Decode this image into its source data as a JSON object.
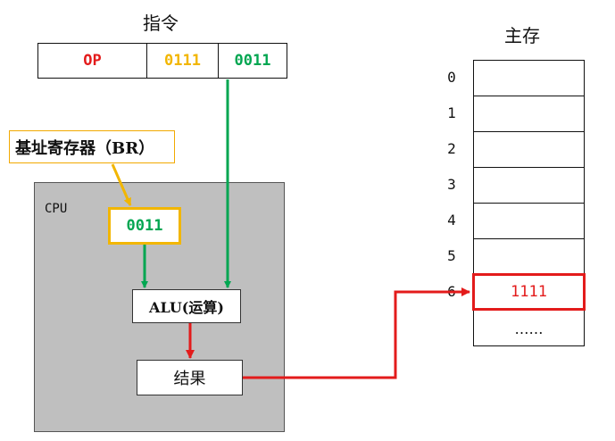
{
  "instruction": {
    "title": "指令",
    "fields": [
      {
        "text": "OP",
        "color": "#e31b1b"
      },
      {
        "text": "0111",
        "color": "#f2b600"
      },
      {
        "text": "0011",
        "color": "#00a651"
      }
    ]
  },
  "base_register": {
    "label": "基址寄存器（BR）",
    "value": "0011",
    "value_color": "#00a651",
    "border_color": "#f2b600"
  },
  "cpu": {
    "label": "CPU",
    "alu_label": "ALU(运算)",
    "result_label": "结果"
  },
  "memory": {
    "title": "主存",
    "addresses": [
      "0",
      "1",
      "2",
      "3",
      "4",
      "5",
      "6"
    ],
    "highlight_value": "1111",
    "highlight_color": "#e31b1b",
    "ellipsis": "……"
  },
  "colors": {
    "green_arrow": "#00a651",
    "orange_arrow": "#f2b600",
    "red_arrow": "#e31b1b"
  }
}
